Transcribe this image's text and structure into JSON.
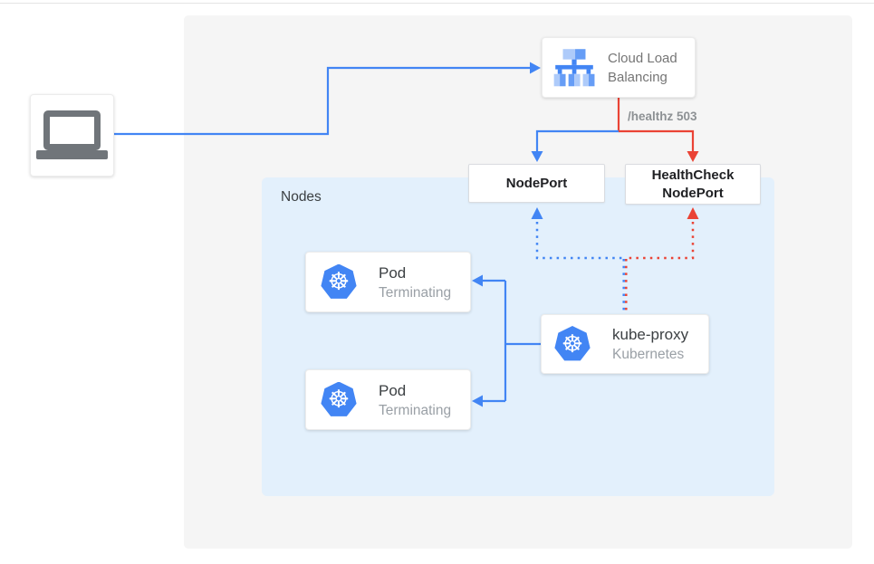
{
  "colors": {
    "blue": "#4285f4",
    "red": "#ea4335",
    "panel_bg": "#f5f5f5",
    "nodes_bg": "#e3f0fc"
  },
  "nodes_region": {
    "label": "Nodes"
  },
  "load_balancer": {
    "label": "Cloud Load Balancing"
  },
  "annotations": {
    "healthz": "/healthz 503"
  },
  "node_port": {
    "label": "NodePort"
  },
  "health_check_node_port": {
    "line1": "HealthCheck",
    "line2": "NodePort"
  },
  "pods": [
    {
      "title": "Pod",
      "status": "Terminating"
    },
    {
      "title": "Pod",
      "status": "Terminating"
    }
  ],
  "kube_proxy": {
    "title": "kube-proxy",
    "subtitle": "Kubernetes"
  },
  "icons": {
    "kubernetes_glyph": "☸"
  }
}
